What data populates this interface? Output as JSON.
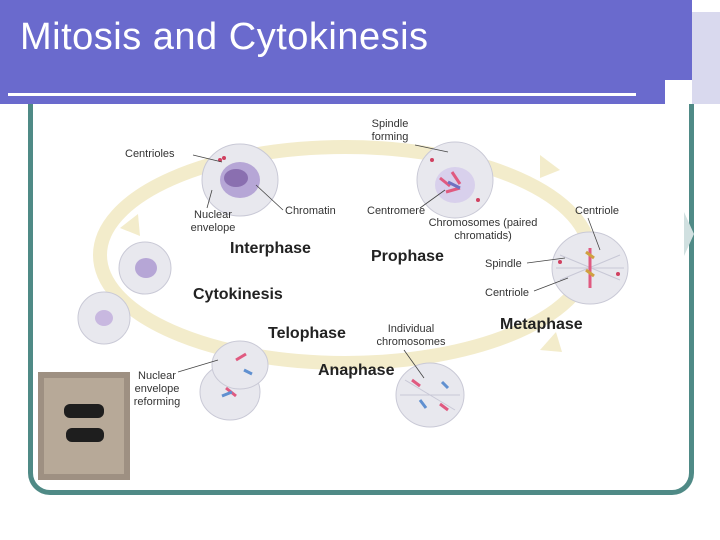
{
  "slide": {
    "title": "Mitosis and Cytokinesis"
  },
  "phases": {
    "interphase": "Interphase",
    "prophase": "Prophase",
    "metaphase": "Metaphase",
    "anaphase": "Anaphase",
    "telophase": "Telophase",
    "cytokinesis": "Cytokinesis"
  },
  "labels": {
    "spindle_forming": "Spindle forming",
    "centrioles": "Centrioles",
    "nuclear_envelope": "Nuclear envelope",
    "chromatin": "Chromatin",
    "centromere": "Centromere",
    "chromosomes_paired": "Chromosomes (paired chromatids)",
    "centriole_top": "Centriole",
    "spindle": "Spindle",
    "centriole_mid": "Centriole",
    "individual_chromosomes": "Individual chromosomes",
    "nuclear_envelope_reforming": "Nuclear envelope reforming"
  },
  "colors": {
    "title_bar": "#6a6acd",
    "frame": "#4f8a86",
    "cycle_arrow": "#f3eccb",
    "cell": "#e8e8ee",
    "chromatin": "#8a6fb0"
  }
}
